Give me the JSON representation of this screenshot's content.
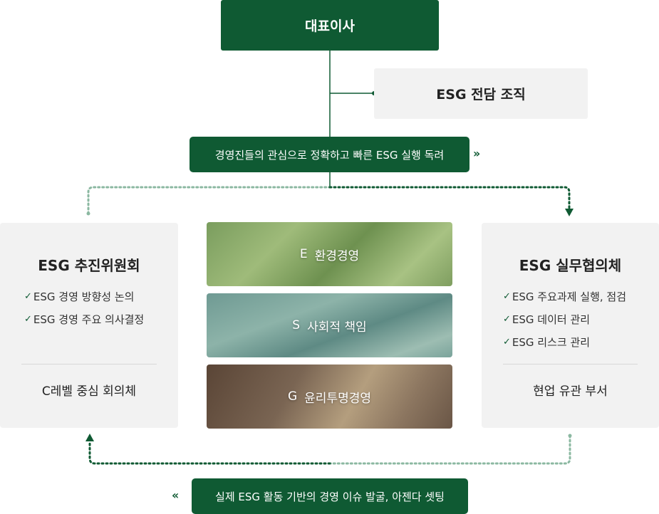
{
  "ceo": {
    "label": "대표이사"
  },
  "esg_org": {
    "label": "ESG 전담 조직"
  },
  "mandate": {
    "label": "경영진들의 관심으로 정확하고 빠른 ESG 실행 독려",
    "chevron": "››"
  },
  "committee": {
    "title": "ESG 추진위원회",
    "items": [
      "ESG 경영 방향성 논의",
      "ESG 경영 주요 의사결정"
    ],
    "footer": "C레벨 중심 회의체"
  },
  "pillars": [
    {
      "letter": "E",
      "label": "환경경영"
    },
    {
      "letter": "S",
      "label": "사회적 책임"
    },
    {
      "letter": "G",
      "label": "윤리투명경영"
    }
  ],
  "council": {
    "title": "ESG 실무협의체",
    "items": [
      "ESG 주요과제 실행, 점검",
      "ESG 데이터 관리",
      "ESG 리스크 관리"
    ],
    "footer": "현업 유관 부서"
  },
  "feedback": {
    "label": "실제 ESG 활동 기반의 경영 이슈 발굴, 아젠다 셋팅",
    "chevron": "‹‹"
  },
  "colors": {
    "accent": "#0f5a33",
    "panel": "#f2f2f2",
    "dotted": "#8bb8a1"
  }
}
